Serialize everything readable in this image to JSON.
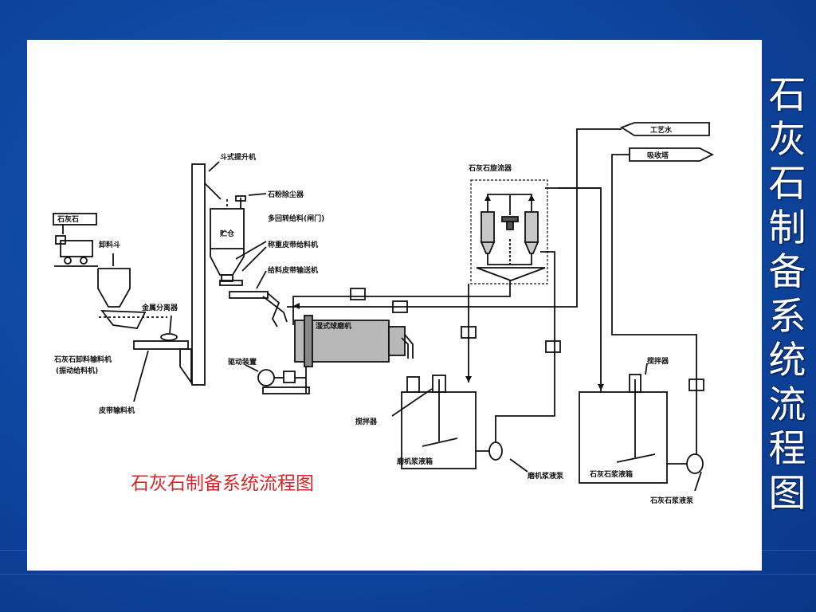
{
  "slide": {
    "vertical_title": [
      "石",
      "灰",
      "石",
      "制",
      "备",
      "系",
      "统",
      "流",
      "程",
      "图"
    ]
  },
  "diagram": {
    "caption": "石灰石制备系统流程图",
    "labels": {
      "limestone": "石灰石",
      "unloading_hopper": "卸料斗",
      "metal_separator": "金属分离器",
      "vibrating_feeder": "石灰石卸料输料机",
      "vibrating_feeder_sub": "(振动给料机)",
      "belt_conveyor": "皮带输料机",
      "bucket_elevator": "斗式提升机",
      "dust_collector": "石粉除尘器",
      "silo": "贮仓",
      "multi_valve": "多回转给料(闸门)",
      "weigh_belt": "称重皮带给料机",
      "feed_belt": "给料皮带输送机",
      "drive_unit": "驱动装置",
      "wet_mill": "湿式球磨机",
      "cyclone": "石灰石旋流器",
      "process_water": "工艺水",
      "to_absorber": "吸收塔",
      "agitator_1": "搅拌器",
      "agitator_2": "搅拌器",
      "mill_slurry_tank": "磨机浆液箱",
      "mill_slurry_pump": "磨机浆液泵",
      "slurry_tank": "石灰石浆液箱",
      "slurry_pump": "石灰石浆液泵"
    }
  }
}
